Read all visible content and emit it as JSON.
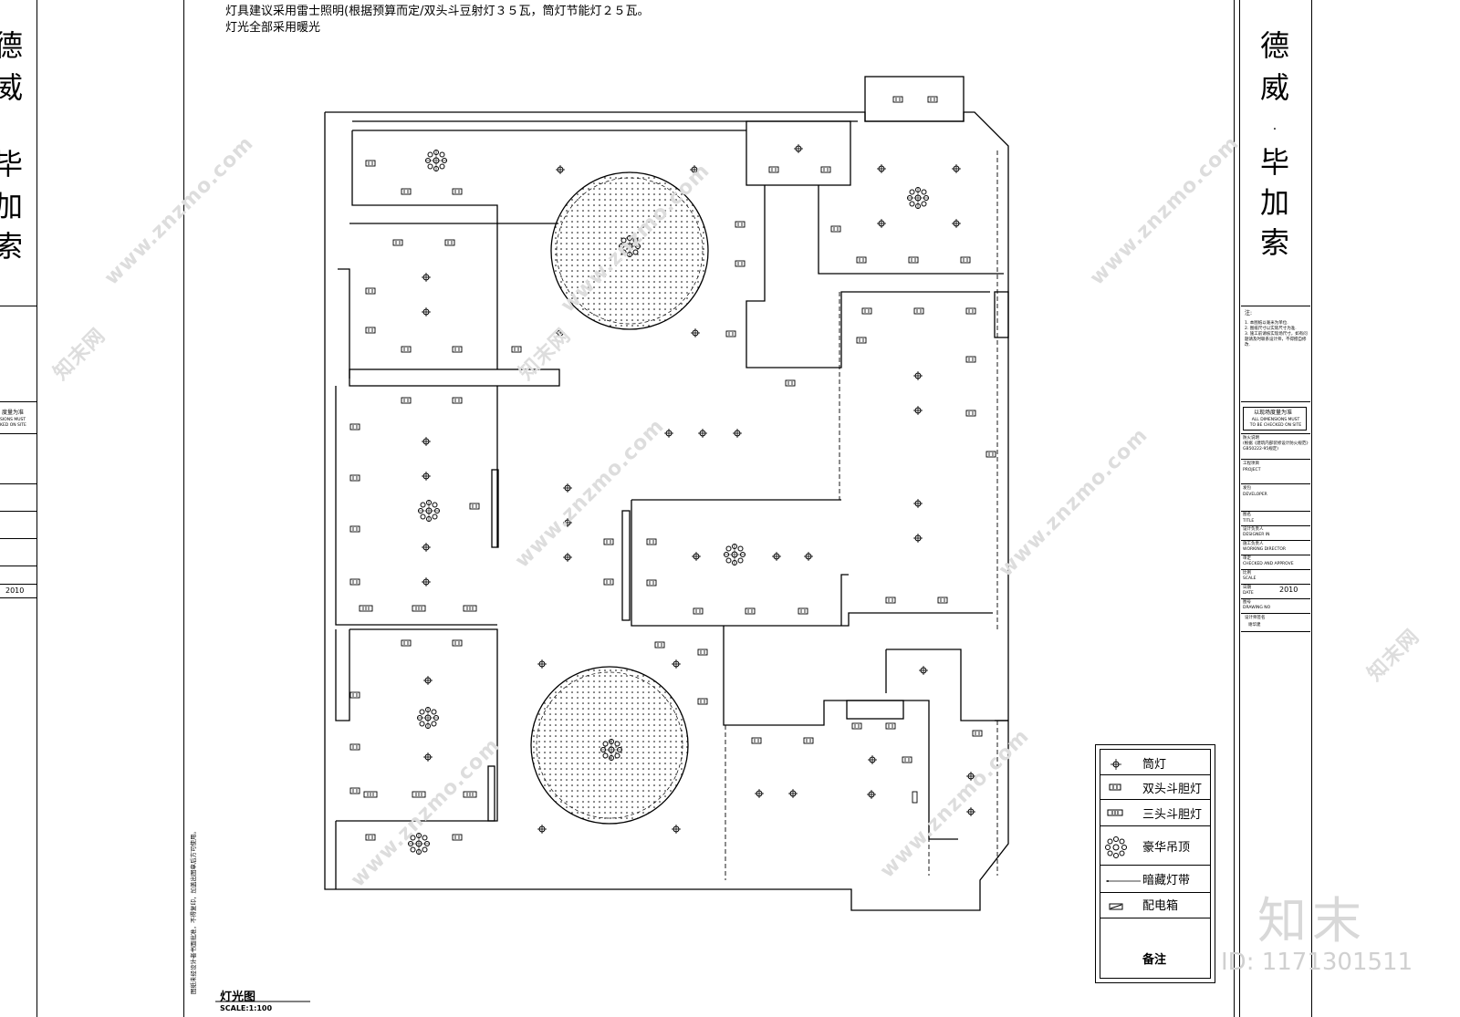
{
  "notes": {
    "line1": "灯具建议采用雷士照明(根据预算而定/双头斗豆射灯３５瓦，筒灯节能灯２５瓦。",
    "line2": "灯光全部采用暖光"
  },
  "title_block_right": {
    "company_chars": [
      "德",
      "威",
      "·",
      "毕",
      "加",
      "索"
    ],
    "notes_heading": "注:",
    "notes_text": "1. 本图纸以毫米为单位.\n2. 图纸尺寸以实际尺寸为准.\n3. 施工前请核实现场尺寸，如有问题请及时联系设计师，不得擅自修改.",
    "dims_cn": "以现场度量为准",
    "dims_en": "ALL DIMENSIONS MUST\nTO BE CHECKED ON SITE",
    "fire_note": "防火说明\n(根据《建筑内部装修设计防火规范》GB50222-95规定)",
    "project_cn": "工程项目",
    "project_en": "PROJECT",
    "developer_cn": "发包",
    "developer_en": "DEVELOPER",
    "title_cn": "图名",
    "title_en": "TITLE",
    "designer_cn": "设计负责人",
    "designer_en": "DESIGNER IN",
    "engineer_cn": "施工负责人",
    "engineer_en": "WORKING DIRECTOR",
    "check_cn": "审定",
    "check_en": "CHECKED AND APPROVE",
    "scale_cn": "比例",
    "scale_en": "SCALE",
    "date_cn": "日期",
    "date_en": "DATE",
    "year": "2010",
    "drawno_cn": "图号",
    "drawno_en": "DRAWING NO",
    "designer_name_cn": "设计师签名",
    "designer_name": "谢华建"
  },
  "title_block_left": {
    "company_chars": [
      "德",
      "威",
      "毕",
      "加",
      "索"
    ],
    "dims_cn": "度量为准",
    "dims_en": "SIONS MUST\nKED ON SITE",
    "year": "2010"
  },
  "drawing": {
    "title": "灯光图",
    "scale": "SCALE:1:100",
    "side_note": "图纸未经设计者书面批准，不得复印，加盖出图章后方可使用。"
  },
  "legend": {
    "items": [
      {
        "icon": "downlight-icon",
        "label": "筒灯"
      },
      {
        "icon": "double-spotlight-icon",
        "label": "双头斗胆灯"
      },
      {
        "icon": "triple-spotlight-icon",
        "label": "三头斗胆灯"
      },
      {
        "icon": "chandelier-icon",
        "label": "豪华吊顶"
      },
      {
        "icon": "hidden-light-strip-icon",
        "label": "暗藏灯带"
      },
      {
        "icon": "distribution-box-icon",
        "label": "配电箱"
      }
    ],
    "remark": "备注"
  },
  "watermark": {
    "site": "www.znzmo.com",
    "site_cn": "知末网",
    "logo": "知末",
    "id": "ID: 1171301511"
  }
}
